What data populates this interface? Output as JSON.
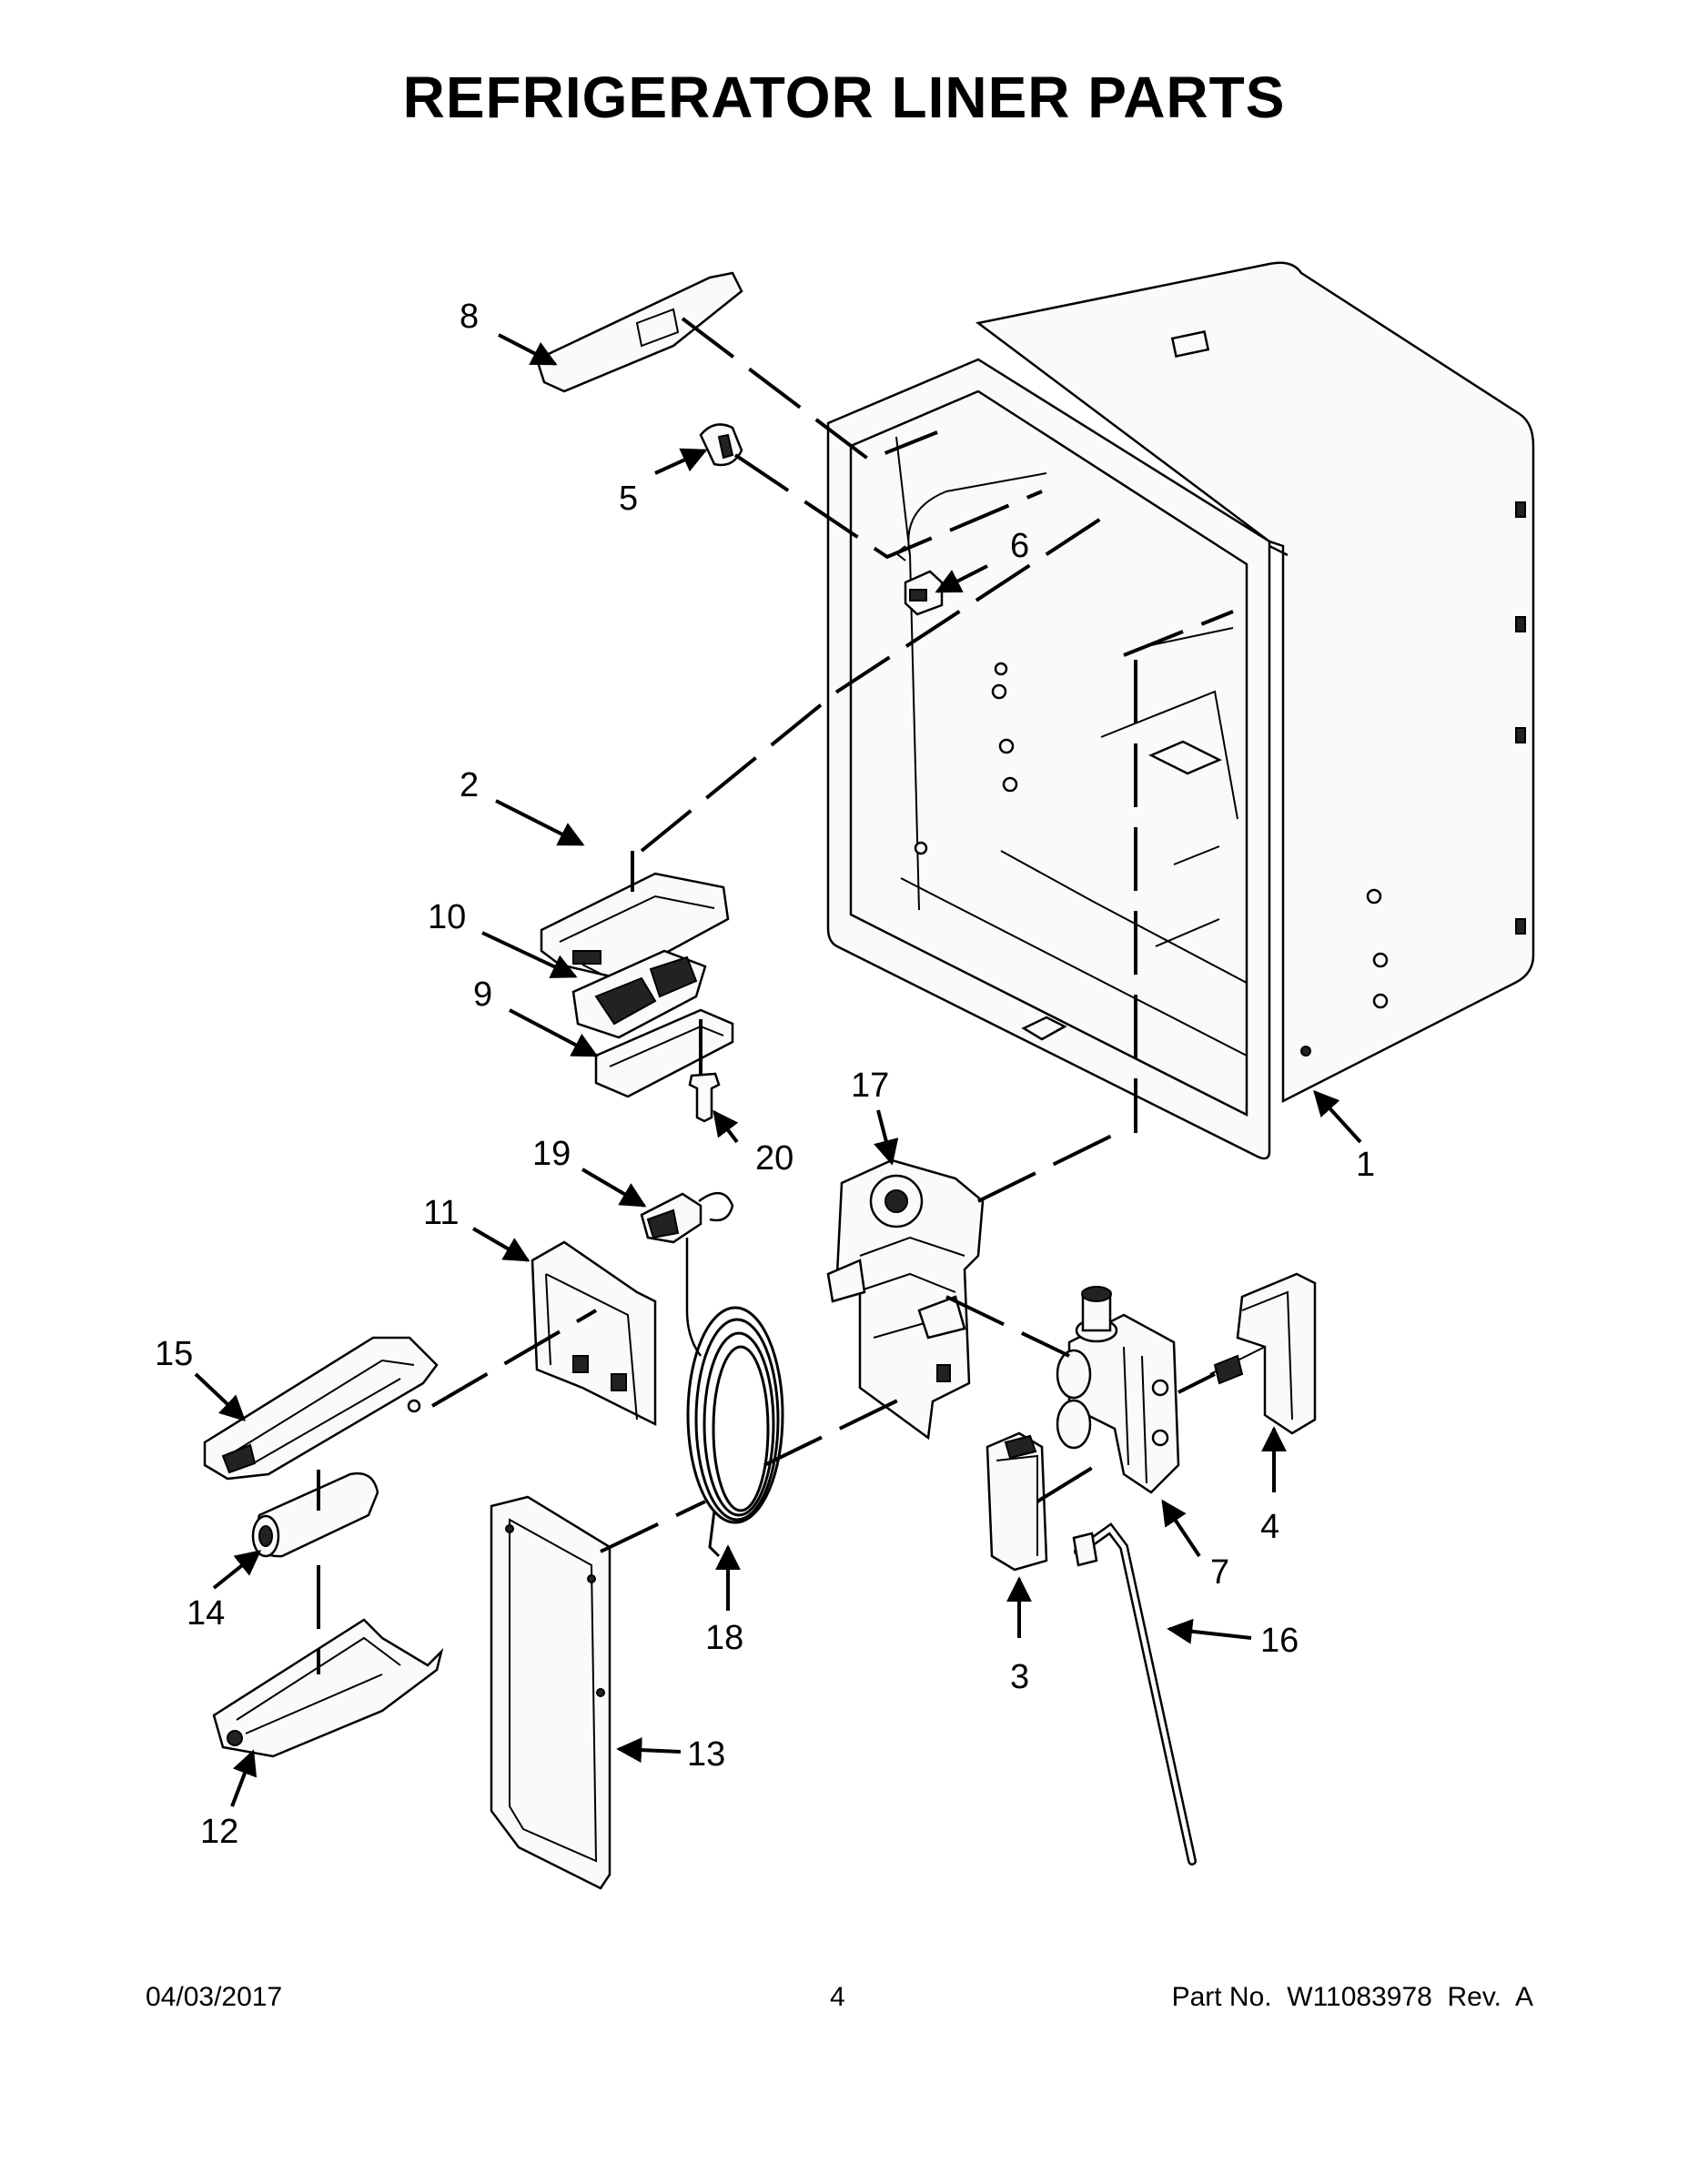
{
  "title": "REFRIGERATOR LINER PARTS",
  "footer": {
    "date": "04/03/2017",
    "page": "4",
    "part_number": "Part No.  W11083978  Rev.  A"
  },
  "callouts": [
    "1",
    "2",
    "3",
    "4",
    "5",
    "6",
    "7",
    "8",
    "9",
    "10",
    "11",
    "12",
    "13",
    "14",
    "15",
    "16",
    "17",
    "18",
    "19",
    "20"
  ]
}
